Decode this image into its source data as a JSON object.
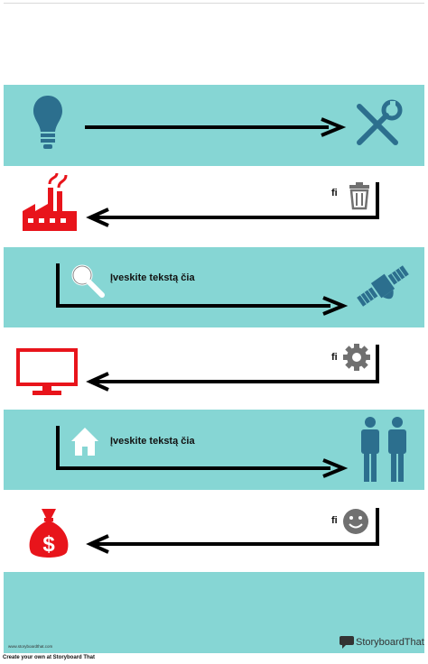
{
  "rows": [
    {
      "label": ""
    },
    {
      "label": "fi"
    },
    {
      "label": "Įveskite tekstą čia"
    },
    {
      "label": "fi"
    },
    {
      "label": "Įveskite tekstą čia"
    },
    {
      "label": "fi"
    }
  ],
  "footer": {
    "credit": "Create your own at Storyboard That",
    "url": "www.storyboardthat.com",
    "logo_text": "StoryboardThat"
  },
  "colors": {
    "band": "#86d6d4",
    "teal_icon": "#2c6f8e",
    "red_icon": "#e8141b",
    "gray_icon": "#707070",
    "arrow": "#000000"
  },
  "icons": [
    "lightbulb-icon",
    "tools-icon",
    "factory-icon",
    "trash-icon",
    "magnifier-icon",
    "satellite-icon",
    "monitor-icon",
    "gear-icon",
    "house-icon",
    "people-icon",
    "money-bag-icon",
    "smiley-icon"
  ]
}
